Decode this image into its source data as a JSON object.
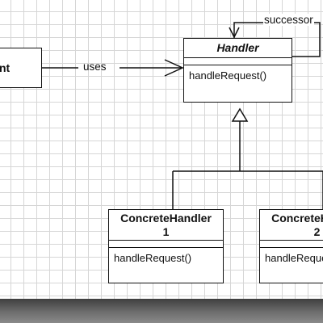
{
  "diagram": {
    "client": {
      "name_visible": "nt"
    },
    "uses_label": "uses",
    "successor_label": "successor",
    "handler": {
      "name": "Handler",
      "method": "handleRequest()"
    },
    "concrete1": {
      "name_line1": "ConcreteHandler",
      "name_line2": "1",
      "method": "handleRequest()"
    },
    "concrete2": {
      "name_line1": "ConcreteHandler",
      "name_line2": "2",
      "method": "handleRequest()"
    }
  }
}
